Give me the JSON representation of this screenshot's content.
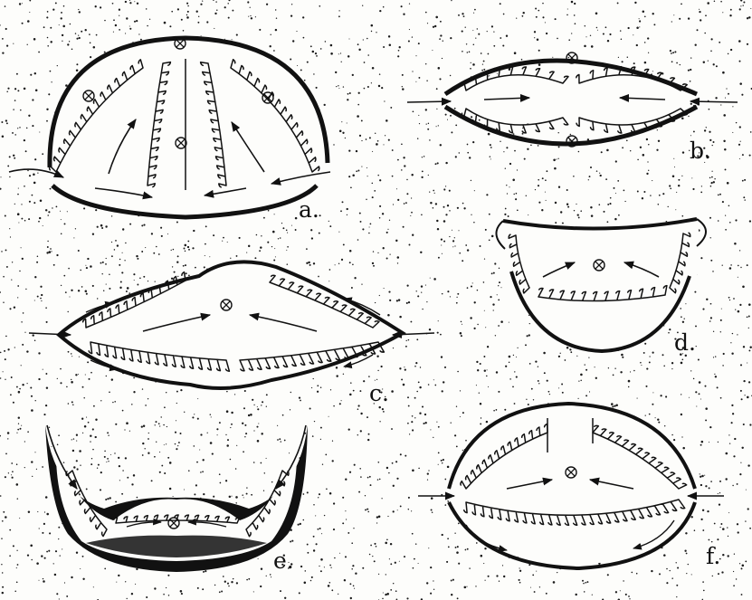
{
  "figure": {
    "background_color": "#fdfdfb",
    "ink_color": "#111111",
    "speckle_color": "#1a1a1a",
    "panels": [
      {
        "id": "a",
        "label": "a."
      },
      {
        "id": "b",
        "label": "b."
      },
      {
        "id": "c",
        "label": "c."
      },
      {
        "id": "d",
        "label": "d."
      },
      {
        "id": "e",
        "label": "e."
      },
      {
        "id": "f",
        "label": "f."
      }
    ]
  }
}
